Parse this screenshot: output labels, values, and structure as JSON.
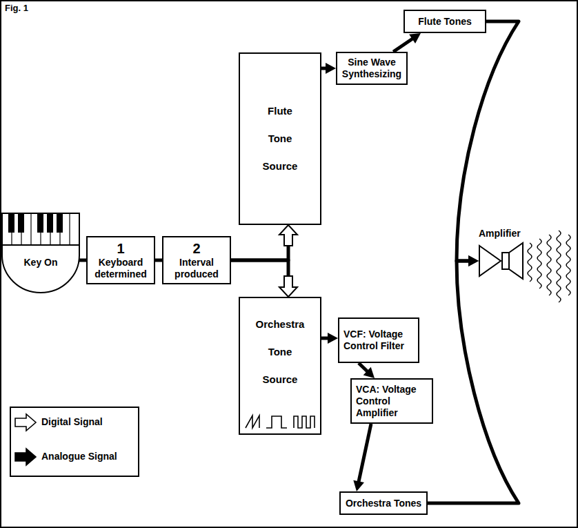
{
  "diagram": {
    "title": "Fig. 1",
    "nodes": [
      {
        "text": [
          "Key On"
        ]
      },
      {
        "text": [
          "1",
          "Keyboard determined"
        ]
      },
      {
        "text": [
          "2",
          "Interval produced"
        ]
      },
      {
        "text": [
          "Flute Tones"
        ]
      },
      {
        "text": [
          "Sine Wave Synthesizing"
        ]
      },
      {
        "text": [
          "Flute Tone Source"
        ]
      },
      {
        "text": [
          "Orchestra Tone Source"
        ]
      },
      {
        "text": [
          "VCF: Voltage Control Filter"
        ]
      },
      {
        "text": [
          "VCA: Voltage Control Amplifier"
        ]
      },
      {
        "text": [
          "Orchestra Tones"
        ]
      },
      {
        "text": [
          "Amplifier"
        ]
      }
    ],
    "edges": [
      {
        "from": 0,
        "to": 1,
        "arrow": "none"
      },
      {
        "from": 1,
        "to": 2,
        "arrow": "none"
      },
      {
        "from": 2,
        "to": 5,
        "arrow": "to"
      },
      {
        "from": 2,
        "to": 6,
        "arrow": "to"
      },
      {
        "from": 5,
        "to": 4,
        "arrow": "to"
      },
      {
        "from": 4,
        "to": 3,
        "arrow": "to"
      },
      {
        "from": 6,
        "to": 7,
        "arrow": "to"
      },
      {
        "from": 7,
        "to": 8,
        "arrow": "to"
      },
      {
        "from": 8,
        "to": 9,
        "arrow": "to"
      },
      {
        "from": 3,
        "to": 10,
        "arrow": "to"
      },
      {
        "from": 9,
        "to": 10,
        "arrow": "to"
      }
    ],
    "legend": [
      {
        "text": "Digital Signal"
      },
      {
        "text": "Analogue Signal"
      }
    ]
  }
}
